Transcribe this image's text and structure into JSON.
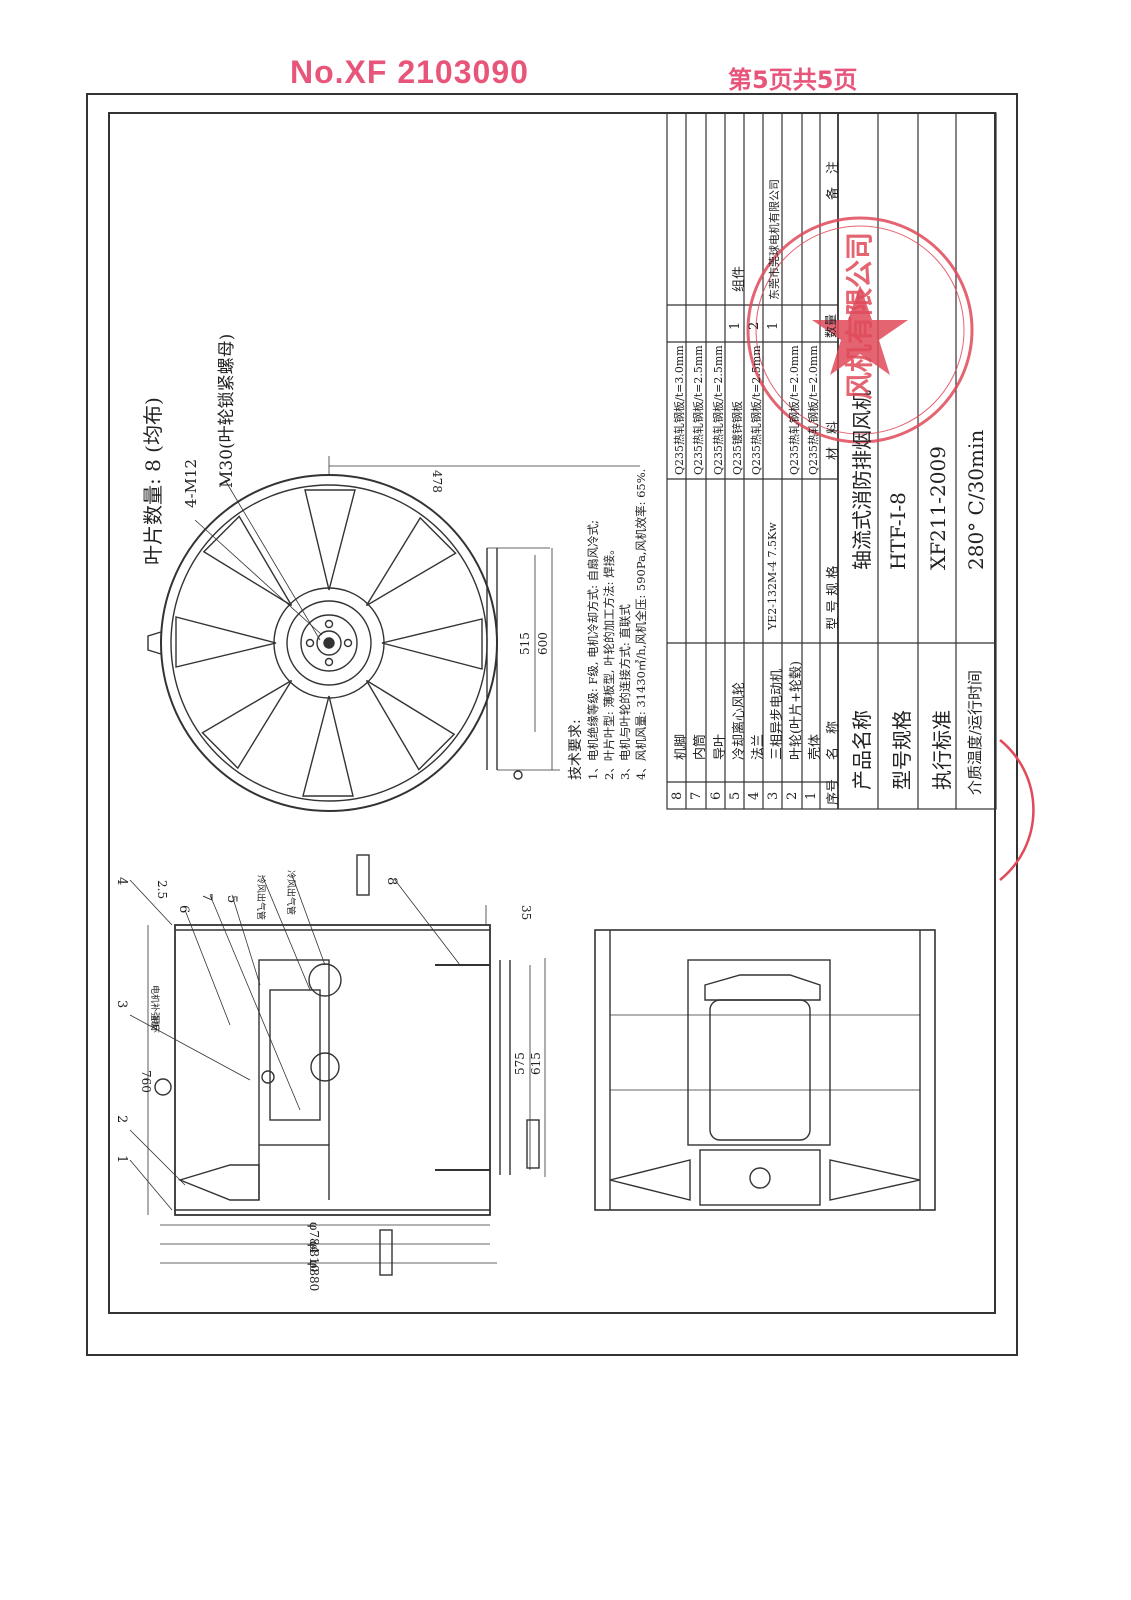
{
  "header": {
    "doc_no": "No.XF 2103090",
    "page": "第5页共5页"
  },
  "bom": {
    "rows": [
      {
        "no": "8",
        "name": "机脚",
        "material": "Q235热轧钢板/t=3.0mm",
        "qty": "",
        "remark": ""
      },
      {
        "no": "7",
        "name": "内筒",
        "material": "Q235热轧钢板/t=2.5mm",
        "qty": "",
        "remark": ""
      },
      {
        "no": "6",
        "name": "导叶",
        "material": "Q235热轧钢板/t=2.5mm",
        "qty": "",
        "remark": ""
      },
      {
        "no": "5",
        "name": "冷却离心风轮",
        "material": "Q235镀锌钢板",
        "qty": "1",
        "remark": "组件"
      },
      {
        "no": "4",
        "name": "法兰",
        "material": "Q235热轧钢板/t=2.5mm",
        "qty": "2",
        "remark": ""
      },
      {
        "no": "3",
        "name": "三相异步电动机",
        "model": "YE2-132M-4 7.5Kw",
        "material": "",
        "qty": "1",
        "remark": "东莞市莞球电机有限公司"
      },
      {
        "no": "2",
        "name": "叶轮(叶片+轮毂)",
        "material": "Q235热轧钢板/t=2.0mm",
        "qty": "",
        "remark": ""
      },
      {
        "no": "1",
        "name": "壳体",
        "material": "Q235热轧钢板/t=2.0mm",
        "qty": "",
        "remark": ""
      }
    ],
    "header": {
      "no": "序号",
      "name": "名　称",
      "model": "型 号 规 格",
      "material": "材　料",
      "qty": "数量",
      "remark": "备　注"
    }
  },
  "title_block": {
    "product_name_label": "产品名称",
    "product_name": "轴流式消防排烟风机",
    "model_label": "型号规格",
    "model": "HTF-I-8",
    "standard_label": "执行标准",
    "standard": "XF211-2009",
    "temp_label": "介质温度/运行时间",
    "temp": "280° C/30min"
  },
  "tech_req": {
    "title": "技术要求:",
    "items": [
      "1、电机绝缘等级: F级, 电机冷却方式: 自扇风冷式;",
      "2、叶片叶型: 薄板型, 叶轮的加工方法: 焊接。",
      "3、电机与叶轮的连接方式: 直联式",
      "4、风机风量: 31430㎥/h,风机全压: 590Pa,风机效率: 65%."
    ]
  },
  "front_view": {
    "blade_count": "叶片数量: 8 (均布)",
    "bolts": "4-M12",
    "nut": "M30(叶轮锁紧螺母)",
    "dim_478": "478",
    "dim_515": "515",
    "dim_600": "600"
  },
  "side_view": {
    "dim_760": "760",
    "dim_25": "2.5",
    "dim_575": "575",
    "dim_615": "615",
    "dim_35": "35",
    "dia_784": "φ784",
    "dia_810": "φ810",
    "dia_880": "φ880",
    "label_cool_in": "冷风出气管",
    "label_cool_out": "冷风出气管",
    "label_hang": "吊环",
    "label_plate": "电机补强板",
    "callouts": [
      "1",
      "2",
      "3",
      "4",
      "5",
      "6",
      "7",
      "8"
    ]
  },
  "stamp": {
    "text": "风机有限公司",
    "color": "#e04a5a"
  }
}
